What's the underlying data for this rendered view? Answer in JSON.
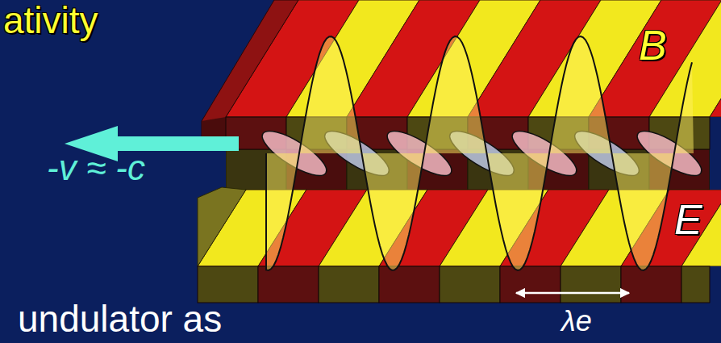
{
  "diagram": {
    "labels": [
      "ativity",
      "-v ≈ -c",
      "B",
      "E",
      "λe",
      "undulator as"
    ]
  }
}
